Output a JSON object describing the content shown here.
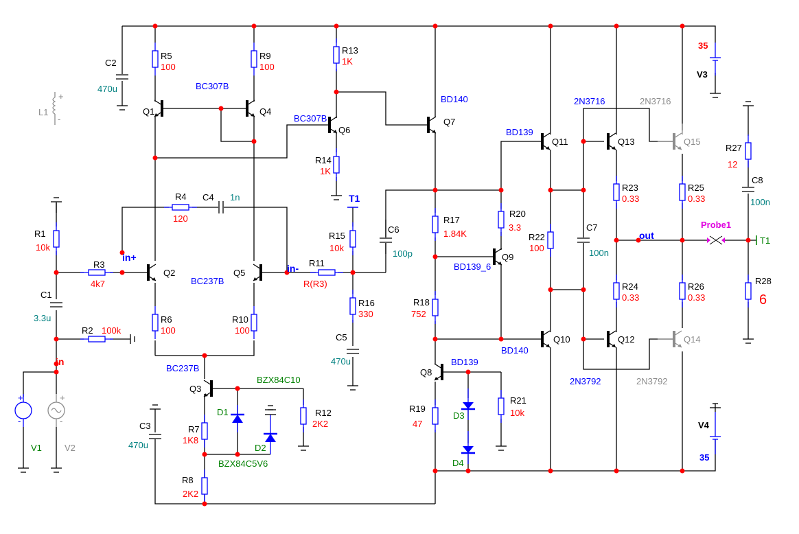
{
  "title": "Audio power amplifier schematic",
  "colors": {
    "wire": "#000000",
    "component": "#0000ff",
    "node": "#ff0000",
    "value": "#ff0000",
    "cap_value": "#008080",
    "model": "#0000ff",
    "disabled": "#8c8c8c",
    "diode_model": "#008000",
    "probe": "#e000e0"
  },
  "resistors": [
    {
      "id": "R1",
      "value": "10k"
    },
    {
      "id": "R2",
      "value": "100k"
    },
    {
      "id": "R3",
      "value": "4k7"
    },
    {
      "id": "R4",
      "value": "120"
    },
    {
      "id": "R5",
      "value": "100"
    },
    {
      "id": "R6",
      "value": "100"
    },
    {
      "id": "R7",
      "value": "1K8"
    },
    {
      "id": "R8",
      "value": "2K2"
    },
    {
      "id": "R9",
      "value": "100"
    },
    {
      "id": "R10",
      "value": "100"
    },
    {
      "id": "R11",
      "value": "R(R3)"
    },
    {
      "id": "R12",
      "value": "2K2"
    },
    {
      "id": "R13",
      "value": "1K"
    },
    {
      "id": "R14",
      "value": "1K"
    },
    {
      "id": "R15",
      "value": "10k"
    },
    {
      "id": "R16",
      "value": "330"
    },
    {
      "id": "R17",
      "value": "1.84K"
    },
    {
      "id": "R18",
      "value": "752"
    },
    {
      "id": "R19",
      "value": "47"
    },
    {
      "id": "R20",
      "value": "3.3"
    },
    {
      "id": "R21",
      "value": "10k"
    },
    {
      "id": "R22",
      "value": "100"
    },
    {
      "id": "R23",
      "value": "0.33"
    },
    {
      "id": "R24",
      "value": "0.33"
    },
    {
      "id": "R25",
      "value": "0.33"
    },
    {
      "id": "R26",
      "value": "0.33"
    },
    {
      "id": "R27",
      "value": "12"
    },
    {
      "id": "R28",
      "value": "6"
    }
  ],
  "capacitors": [
    {
      "id": "C1",
      "value": "3.3u"
    },
    {
      "id": "C2",
      "value": "470u"
    },
    {
      "id": "C3",
      "value": "470u"
    },
    {
      "id": "C4",
      "value": "1n"
    },
    {
      "id": "C5",
      "value": "470u"
    },
    {
      "id": "C6",
      "value": "100p"
    },
    {
      "id": "C7",
      "value": "100n"
    },
    {
      "id": "C8",
      "value": "100n"
    }
  ],
  "transistors": [
    {
      "id": "Q1",
      "model": "BC307B"
    },
    {
      "id": "Q2",
      "model": "BC237B"
    },
    {
      "id": "Q3",
      "model": "BC237B"
    },
    {
      "id": "Q4",
      "model": "BC307B"
    },
    {
      "id": "Q5",
      "model": "BC237B"
    },
    {
      "id": "Q6",
      "model": "BC307B"
    },
    {
      "id": "Q7",
      "model": "BD140"
    },
    {
      "id": "Q8",
      "model": "BD139"
    },
    {
      "id": "Q9",
      "model": "BD139_6"
    },
    {
      "id": "Q10",
      "model": "BD140"
    },
    {
      "id": "Q11",
      "model": "BD139"
    },
    {
      "id": "Q12",
      "model": "2N3792"
    },
    {
      "id": "Q13",
      "model": "2N3716"
    },
    {
      "id": "Q14",
      "model": "2N3792"
    },
    {
      "id": "Q15",
      "model": "2N3716"
    }
  ],
  "diodes": [
    {
      "id": "D1",
      "model": "BZX84C10"
    },
    {
      "id": "D2",
      "model": "BZX84C5V6"
    },
    {
      "id": "D3"
    },
    {
      "id": "D4"
    }
  ],
  "sources": [
    {
      "id": "V1"
    },
    {
      "id": "V2"
    },
    {
      "id": "V3",
      "value": "35"
    },
    {
      "id": "V4",
      "value": "35"
    }
  ],
  "inductor": {
    "id": "L1"
  },
  "nets": {
    "in": "in",
    "in_plus": "in+",
    "in_minus": "in-",
    "out": "out",
    "t1a": "T1",
    "t1b": "T1"
  },
  "probe": {
    "id": "Probe1"
  },
  "model_labels": {
    "bc307b_top": "BC307B",
    "bc307b_q6": "BC307B",
    "bc237b_mid": "BC237B",
    "bc237b_q3": "BC237B",
    "bd140_q7": "BD140",
    "bd139_q11": "BD139",
    "bd139_6": "BD139_6",
    "bd140_q10": "BD140",
    "bd139_q8": "BD139",
    "n3716a": "2N3716",
    "n3716b": "2N3716",
    "n3792a": "2N3792",
    "n3792b": "2N3792",
    "bzx10": "BZX84C10",
    "bzx56": "BZX84C5V6"
  }
}
